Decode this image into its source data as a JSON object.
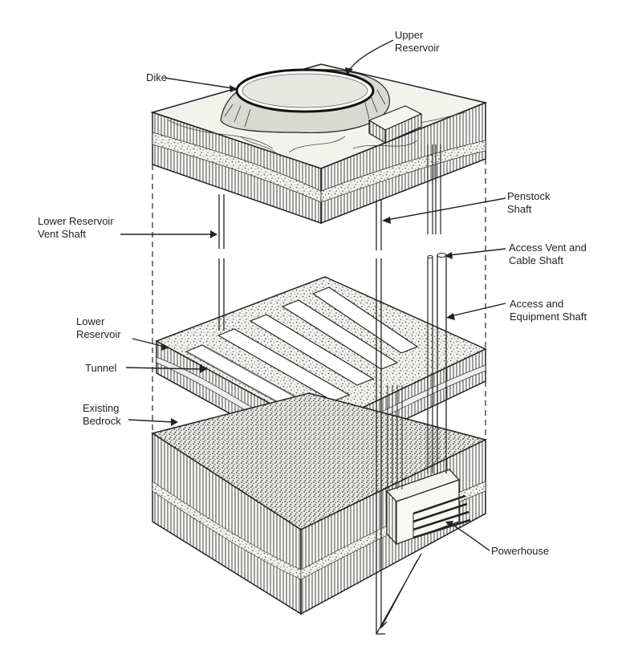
{
  "labels": {
    "upper_reservoir": [
      "Upper",
      "Reservoir"
    ],
    "dike": "Dike",
    "penstock_shaft": [
      "Penstock",
      "Shaft"
    ],
    "lower_reservoir_vent_shaft": [
      "Lower Reservoir",
      "Vent Shaft"
    ],
    "access_vent_cable_shaft": [
      "Access Vent and",
      "Cable Shaft"
    ],
    "access_equipment_shaft": [
      "Access and",
      "Equipment Shaft"
    ],
    "lower_reservoir": [
      "Lower",
      "Reservoir"
    ],
    "tunnel": "Tunnel",
    "existing_bedrock": [
      "Existing",
      "Bedrock"
    ],
    "powerhouse": "Powerhouse"
  },
  "colors": {
    "ink": "#222222",
    "block_top": "#f1f1ec",
    "speckle": "#c9c9c4",
    "hatch": "#4a4a4a",
    "water": "#e7e7e1"
  }
}
